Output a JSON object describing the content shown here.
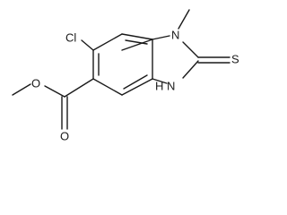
{
  "molecule": {
    "atoms": {
      "cl": "Cl",
      "n1": "N",
      "methyl_n": "",
      "s": "S",
      "nh_n": "N",
      "nh_h": "H",
      "ester_o_single": "O",
      "ester_o_double": "O"
    }
  }
}
